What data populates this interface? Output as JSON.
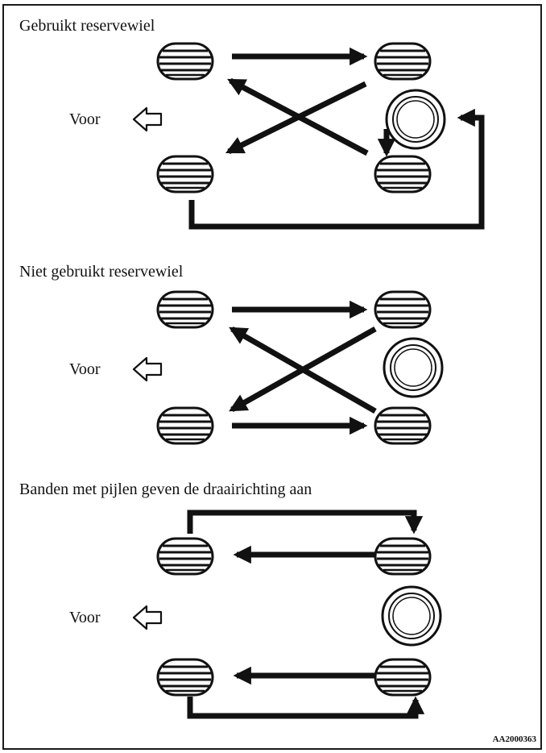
{
  "sections": [
    {
      "title": "Gebruikt reservewiel",
      "front_label": "Voor"
    },
    {
      "title": "Niet gebruikt reservewiel",
      "front_label": "Voor"
    },
    {
      "title": "Banden met pijlen geven de draairichting aan",
      "front_label": "Voor"
    }
  ],
  "figure_code": "AA2000363",
  "colors": {
    "ink": "#111111",
    "paper": "#ffffff"
  },
  "icons": {
    "tire": "tire-stack-icon",
    "spare": "spare-wheel-icon",
    "front": "front-arrow-icon"
  }
}
